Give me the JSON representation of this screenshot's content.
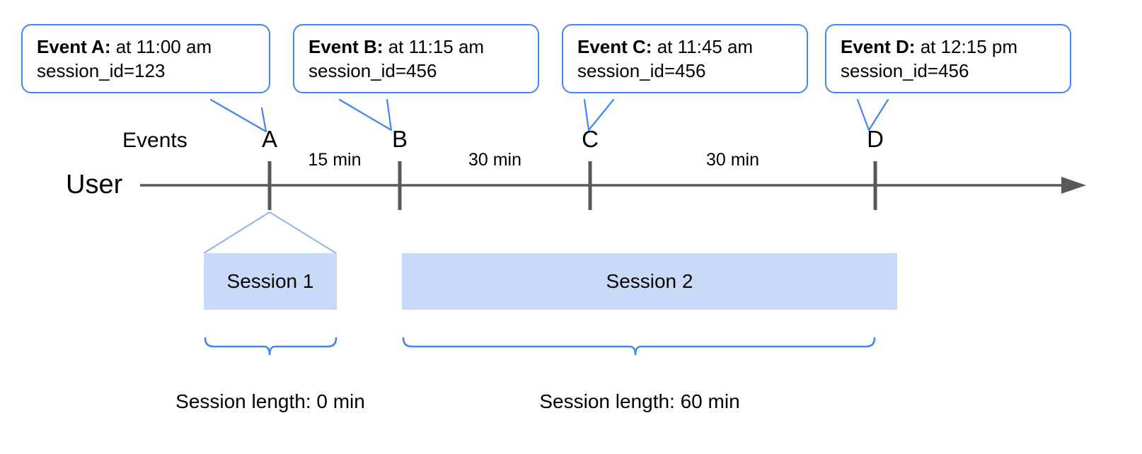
{
  "diagram": {
    "title_hidden": "",
    "colors": {
      "callout_border": "#4285F4",
      "bar_fill": "#C9DAF8",
      "axis": "#595959",
      "tick": "#595959",
      "brace": "#4285F4",
      "text": "#000000",
      "background": "#FFFFFF"
    },
    "lanes": {
      "events_label": "Events",
      "user_label": "User"
    },
    "callouts": [
      {
        "name": "Event A:",
        "time": " at 11:00 am",
        "session": "session_id=123"
      },
      {
        "name": "Event B:",
        "time": " at 11:15 am",
        "session": "session_id=456"
      },
      {
        "name": "Event C:",
        "time": " at 11:45 am",
        "session": "session_id=456"
      },
      {
        "name": "Event D:",
        "time": " at 12:15 pm",
        "session": "session_id=456"
      }
    ],
    "events": [
      {
        "letter": "A",
        "time": "11:00 am",
        "session_id": "123"
      },
      {
        "letter": "B",
        "time": "11:15 am",
        "session_id": "456"
      },
      {
        "letter": "C",
        "time": "11:45 am",
        "session_id": "456"
      },
      {
        "letter": "D",
        "time": "12:15 pm",
        "session_id": "456"
      }
    ],
    "gaps": [
      {
        "from": "A",
        "to": "B",
        "label": "15 min"
      },
      {
        "from": "B",
        "to": "C",
        "label": "30 min"
      },
      {
        "from": "C",
        "to": "D",
        "label": "30 min"
      }
    ],
    "sessions": [
      {
        "label": "Session 1",
        "length_label": "Session length: 0 min",
        "length_min": 0
      },
      {
        "label": "Session 2",
        "length_label": "Session length: 60 min",
        "length_min": 60
      }
    ]
  }
}
